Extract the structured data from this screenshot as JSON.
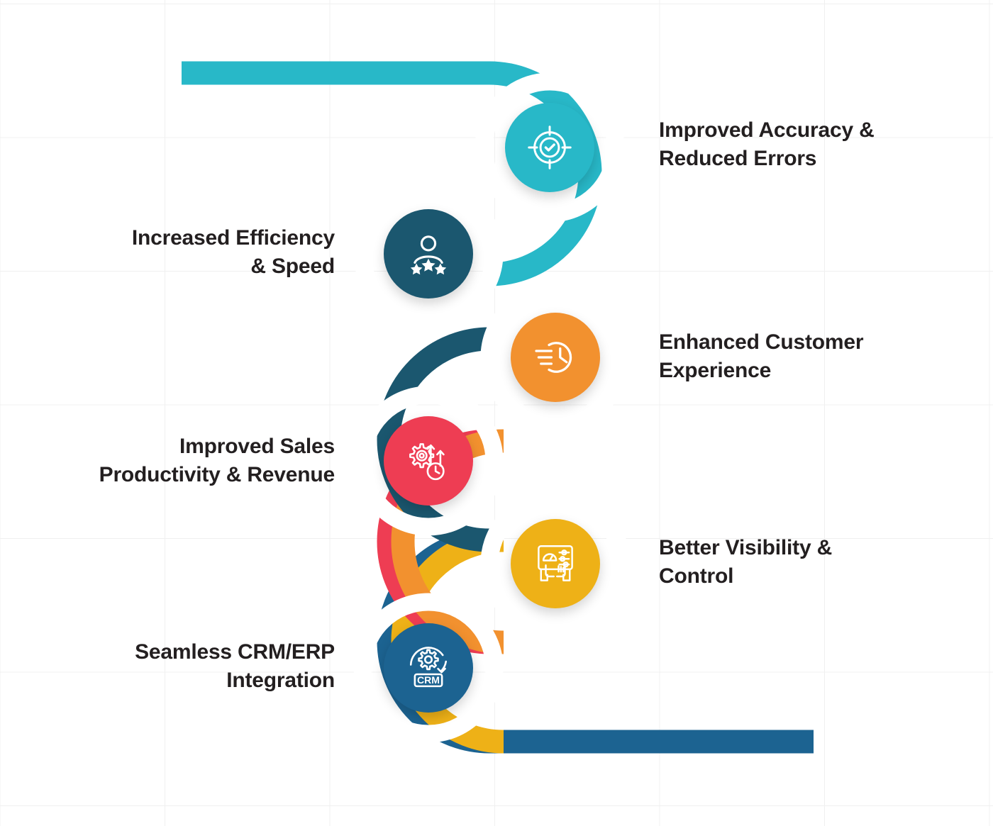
{
  "infographic": {
    "title_present": false,
    "background": "#ffffff",
    "grid_color": "#f0f0f0",
    "text_color": "#231f20"
  },
  "chart_data": {
    "type": "diagram",
    "subtype": "serpentine-ribbon-process-list",
    "title": "",
    "item_count": 6,
    "categories": [
      "Improved Accuracy & Reduced Errors",
      "Increased Efficiency & Speed",
      "Enhanced Customer Experience",
      "Improved Sales Productivity & Revenue",
      "Better Visibility & Control",
      "Seamless CRM/ERP Integration"
    ],
    "values": [
      1,
      2,
      3,
      4,
      5,
      6
    ],
    "labels_side": [
      "right",
      "left",
      "right",
      "left",
      "right",
      "left"
    ],
    "colors": [
      "#28b8c8",
      "#1b576f",
      "#f2912f",
      "#ee3d53",
      "#eeb117",
      "#1c6391"
    ],
    "legend": [],
    "xlabel": "",
    "ylabel": ""
  },
  "items": [
    {
      "id": "improved-accuracy",
      "line1": "Improved Accuracy &",
      "line2": "Reduced Errors",
      "color": "#28b8c8",
      "icon": "target-check-icon",
      "side": "right",
      "order": "1"
    },
    {
      "id": "increased-efficiency",
      "line1": "Increased Efficiency",
      "line2": "& Speed",
      "color": "#1b576f",
      "icon": "person-stars-rating-icon",
      "side": "left",
      "order": "2"
    },
    {
      "id": "enhanced-customer-experience",
      "line1": "Enhanced Customer",
      "line2": "Experience",
      "color": "#f2912f",
      "icon": "fast-clock-icon",
      "side": "right",
      "order": "3"
    },
    {
      "id": "improved-sales-productivity",
      "line1": "Improved Sales",
      "line2": "Productivity & Revenue",
      "color": "#ee3d53",
      "icon": "gear-arrows-growth-icon",
      "side": "left",
      "order": "4"
    },
    {
      "id": "better-visibility-control",
      "line1": "Better Visibility &",
      "line2": "Control",
      "color": "#eeb117",
      "icon": "dashboard-tablet-hands-icon",
      "side": "right",
      "order": "5"
    },
    {
      "id": "seamless-crm-erp-integration",
      "line1": "Seamless CRM/ERP",
      "line2": "Integration",
      "color": "#1c6391",
      "icon": "crm-gear-sync-icon",
      "side": "left",
      "order": "6",
      "icon_text": "CRM"
    }
  ]
}
